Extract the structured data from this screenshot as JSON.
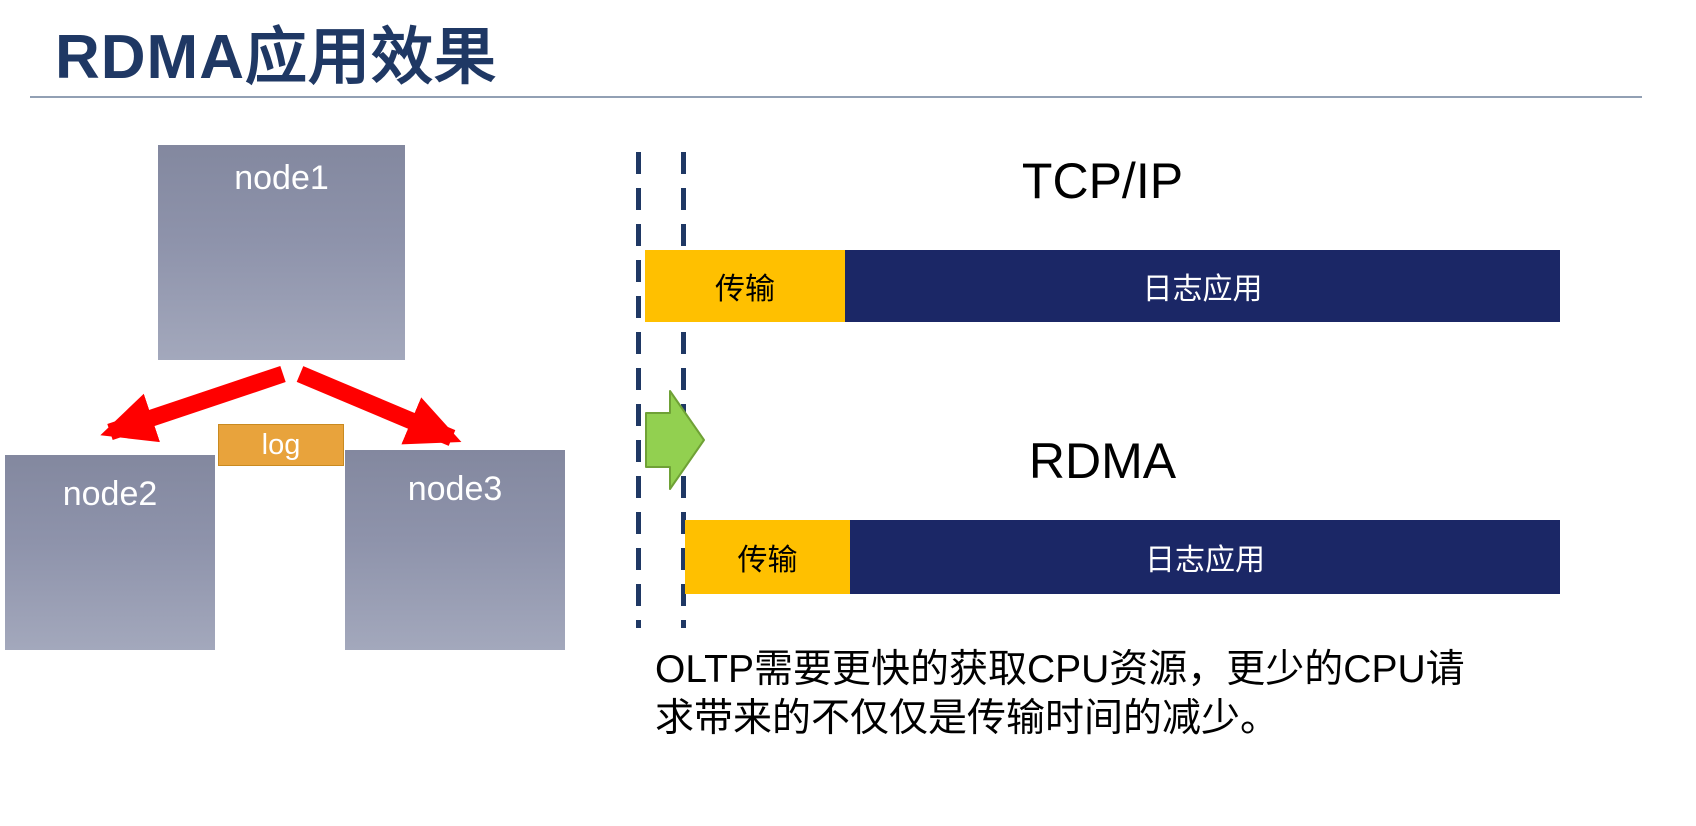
{
  "title": "RDMA应用效果",
  "cluster": {
    "node1": "node1",
    "node2": "node2",
    "node3": "node3",
    "log": "log"
  },
  "comparison": {
    "tcp": {
      "heading": "TCP/IP",
      "transfer_label": "传输",
      "app_label": "日志应用"
    },
    "rdma": {
      "heading": "RDMA",
      "transfer_label": "传输",
      "app_label": "日志应用"
    }
  },
  "caption": {
    "line1": "OLTP需要更快的获取CPU资源，更少的CPU请",
    "line2": "求带来的不仅仅是传输时间的减少。"
  },
  "colors": {
    "title": "#1F3864",
    "bar_orange": "#FFC000",
    "bar_navy": "#1B2766",
    "node_gray": "#8E93AB",
    "arrow_red": "#FF0000",
    "arrow_green": "#92D050",
    "dashed_line": "#1F3864"
  }
}
